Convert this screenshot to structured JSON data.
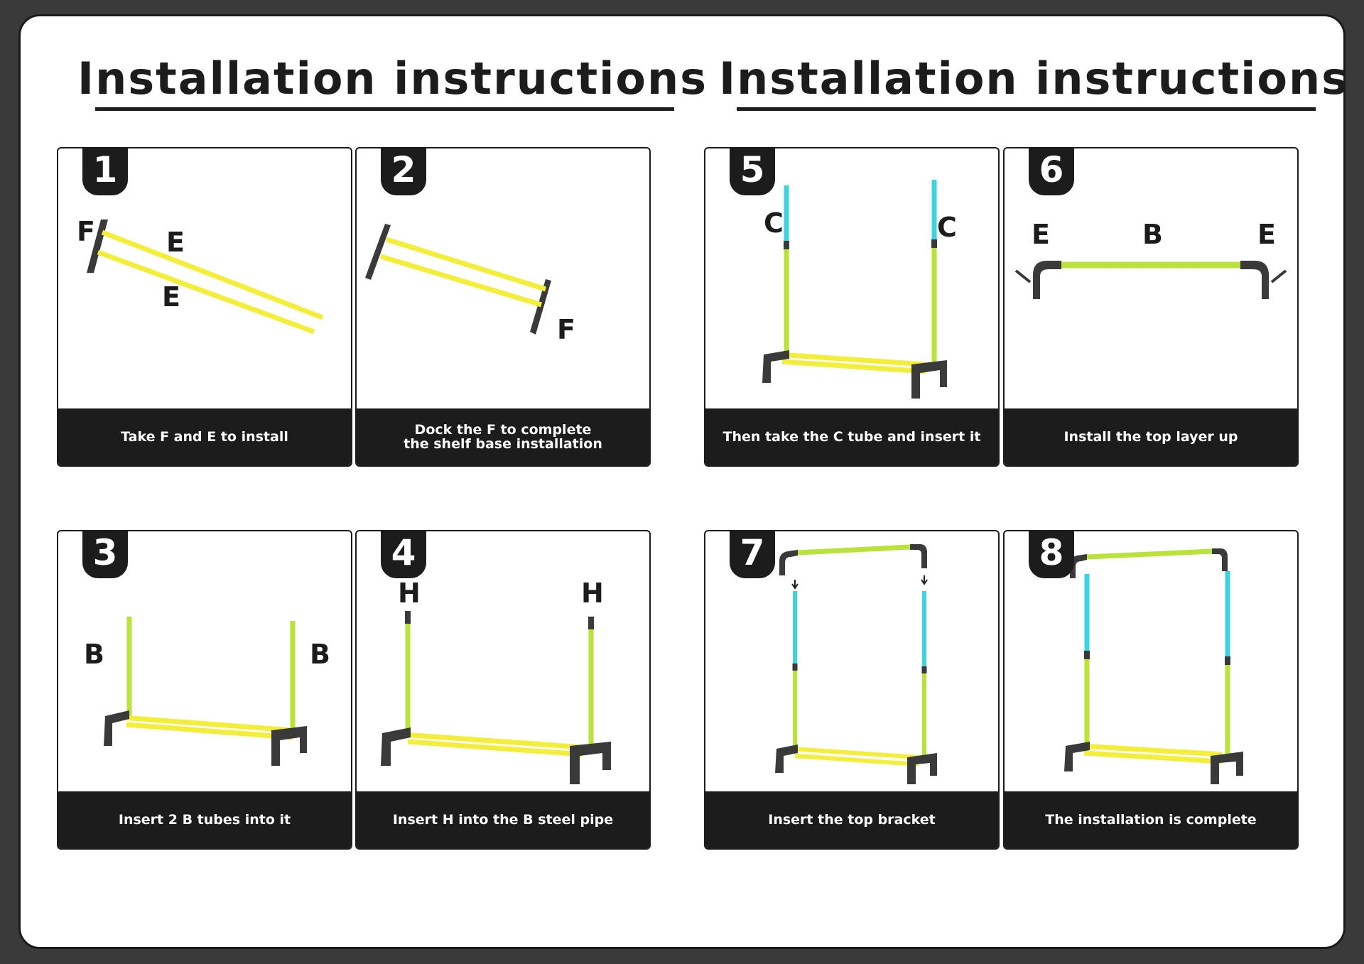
{
  "headings": {
    "left": "Installation instructions",
    "right": "Installation instructions"
  },
  "colors": {
    "yellow_tube": "#f2ee3a",
    "green_tube": "#b9e23a",
    "cyan_tube": "#3fd3e0",
    "frame": "#3a3a3a"
  },
  "steps": [
    {
      "number": "1",
      "caption": "Take F and E to install",
      "labels": [
        "F",
        "E",
        "E"
      ]
    },
    {
      "number": "2",
      "caption": "Dock the F to complete\nthe shelf base installation",
      "labels": [
        "F"
      ]
    },
    {
      "number": "3",
      "caption": "Insert 2 B tubes into it",
      "labels": [
        "B",
        "B"
      ]
    },
    {
      "number": "4",
      "caption": "Insert H into the B steel pipe",
      "labels": [
        "H",
        "H"
      ]
    },
    {
      "number": "5",
      "caption": "Then take the C tube and insert it",
      "labels": [
        "C",
        "C"
      ]
    },
    {
      "number": "6",
      "caption": "Install the top layer up",
      "labels": [
        "E",
        "B",
        "E"
      ]
    },
    {
      "number": "7",
      "caption": "Insert the top bracket",
      "labels": []
    },
    {
      "number": "8",
      "caption": "The installation is complete",
      "labels": []
    }
  ]
}
